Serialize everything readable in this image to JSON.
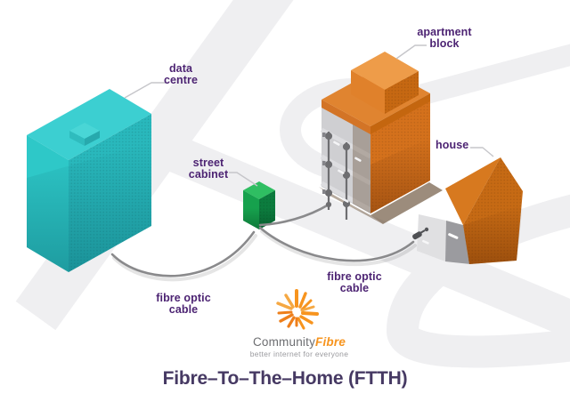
{
  "title": "Fibre–To–The–Home (FTTH)",
  "nodes": {
    "data_centre": {
      "label_line1": "data",
      "label_line2": "centre"
    },
    "street_cabinet": {
      "label_line1": "street",
      "label_line2": "cabinet"
    },
    "apartment_block": {
      "label_line1": "apartment",
      "label_line2": "block"
    },
    "house": {
      "label": "house"
    },
    "cable_left": {
      "label_line1": "fibre optic",
      "label_line2": "cable"
    },
    "cable_right": {
      "label_line1": "fibre optic",
      "label_line2": "cable"
    }
  },
  "logo": {
    "name_part1": "Community",
    "name_part2": "Fibre",
    "tagline": "better internet for everyone"
  },
  "icons": {
    "starburst": "logo-starburst-icon",
    "data_centre": "data-centre-box",
    "street_cabinet": "street-cabinet-box",
    "apartment_block": "apartment-block-building",
    "house": "house-building",
    "cable": "fibre-optic-cable"
  },
  "colors": {
    "label_purple": "#4D2473",
    "title_purple": "#463963",
    "teal_top": "#3CCFD1",
    "teal_left": "#2EC8C8",
    "teal_right": "#29B8BC",
    "green_top": "#2FBE62",
    "green_left": "#16A14D",
    "green_right": "#0C7C3E",
    "orange_top": "#E08430",
    "orange_left": "#E0812B",
    "orange_right": "#C66812",
    "orange_wall": "#D4711C",
    "orange_roof_bright": "#D7791F",
    "orange_roof_dark": "#C66A14",
    "grey_wall_light": "#E0E0E2",
    "grey_wall_dark": "#9B9B9F",
    "grey_cutaway": "#CFCFD2",
    "road": "#EFEFF1",
    "cable": "#8A8A8C",
    "connector": "#C6C6CA",
    "logo_orange": "#F7941E",
    "logo_grey": "#6D6E71",
    "tagline_grey": "#9A9A9E"
  }
}
